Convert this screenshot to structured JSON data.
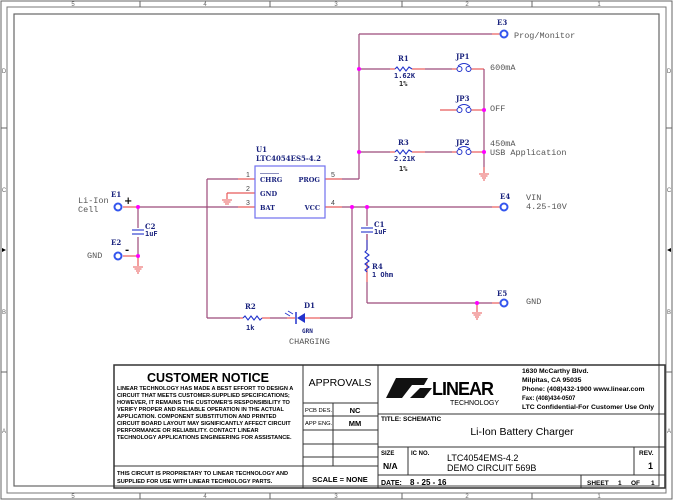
{
  "sheet": {
    "column_labels": [
      "5",
      "4",
      "3",
      "2",
      "1"
    ],
    "row_labels": [
      "D",
      "C",
      "B",
      "A"
    ]
  },
  "components": {
    "u1": {
      "ref": "U1",
      "part": "LTC4054ES5-4.2",
      "pins": [
        {
          "num": "1",
          "name": "CHRG"
        },
        {
          "num": "2",
          "name": "GND"
        },
        {
          "num": "3",
          "name": "BAT"
        },
        {
          "num": "5",
          "name": "PROG"
        },
        {
          "num": "4",
          "name": "VCC"
        }
      ]
    },
    "e1": {
      "ref": "E1",
      "label_line1": "Li-Ion",
      "label_line2": "Cell",
      "polarity": "+"
    },
    "e2": {
      "ref": "E2",
      "label": "GND",
      "polarity": "-"
    },
    "e3": {
      "ref": "E3",
      "label": "Prog/Monitor"
    },
    "e4": {
      "ref": "E4",
      "label_line1": "VIN",
      "label_line2": "4.25-10V"
    },
    "e5": {
      "ref": "E5",
      "label": "GND"
    },
    "c1": {
      "ref": "C1",
      "value": "1uF"
    },
    "c2": {
      "ref": "C2",
      "value": "1uF"
    },
    "r1": {
      "ref": "R1",
      "value": "1.62K",
      "tol": "1%"
    },
    "r2": {
      "ref": "R2",
      "value": "1k"
    },
    "r3": {
      "ref": "R3",
      "value": "2.21K",
      "tol": "1%"
    },
    "r4": {
      "ref": "R4",
      "value": "1 Ohm"
    },
    "jp1": {
      "ref": "JP1",
      "label": "600mA"
    },
    "jp2": {
      "ref": "JP2",
      "label_line1": "450mA",
      "label_line2": "USB Application"
    },
    "jp3": {
      "ref": "JP3",
      "label": "OFF"
    },
    "d1": {
      "ref": "D1",
      "value": "GRN",
      "label": "CHARGING"
    }
  },
  "title_block": {
    "notice_title": "CUSTOMER NOTICE",
    "notice_lines": [
      "LINEAR TECHNOLOGY HAS MADE A BEST EFFORT TO DESIGN A",
      "CIRCUIT THAT MEETS CUSTOMER-SUPPLIED SPECIFICATIONS;",
      "HOWEVER, IT REMAINS THE CUSTOMER'S RESPONSIBILITY TO",
      "VERIFY PROPER AND RELIABLE OPERATION IN THE ACTUAL",
      "APPLICATION.  COMPONENT SUBSTITUTION AND PRINTED",
      "CIRCUIT BOARD LAYOUT MAY SIGNIFICANTLY AFFECT CIRCUIT",
      "PERFORMANCE OR RELIABILITY.  CONTACT LINEAR",
      "TECHNOLOGY APPLICATIONS ENGINEERING FOR ASSISTANCE."
    ],
    "proprietary_lines": [
      "THIS CIRCUIT IS PROPRIETARY TO LINEAR TECHNOLOGY AND",
      "SUPPLIED FOR USE WITH LINEAR TECHNOLOGY PARTS."
    ],
    "approvals_title": "APPROVALS",
    "approvals": [
      {
        "role": "PCB DES.",
        "initials": "NC"
      },
      {
        "role": "APP ENG.",
        "initials": "MM"
      }
    ],
    "scale": "SCALE = NONE",
    "logo_word": "LINEAR",
    "logo_sub": "TECHNOLOGY",
    "address_lines": [
      "1630 McCarthy Blvd.",
      "Milpitas, CA 95035",
      "Phone: (408)432-1900  www.linear.com",
      "Fax: (408)434-0507",
      "LTC Confidential-For Customer Use Only"
    ],
    "title_label": "TITLE:  SCHEMATIC",
    "title": "Li-Ion Battery Charger",
    "size_label": "SIZE",
    "size": "N/A",
    "ic_label": "IC NO.",
    "ic_no": "LTC4054EMS-4.2",
    "demo_circuit": "DEMO CIRCUIT 569B",
    "rev_label": "REV.",
    "rev": "1",
    "date_label": "DATE:",
    "date": "8 - 25 - 16",
    "sheet_label": "SHEET",
    "sheet_num": "1",
    "of_label": "OF",
    "sheet_total": "1"
  }
}
